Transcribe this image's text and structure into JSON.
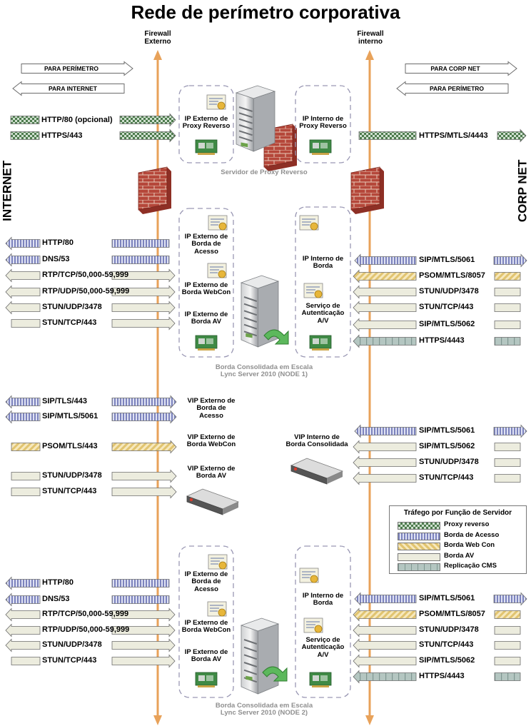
{
  "title": "Rede de perímetro corporativa",
  "side_labels": {
    "left": "INTERNET",
    "right": "CORP NET"
  },
  "firewalls": {
    "external": "Firewall\nExterno",
    "internal": "Firewall\ninterno"
  },
  "direction_keys": {
    "to_perimeter_left": "PARA PERÍMETRO",
    "to_internet": "PARA INTERNET",
    "to_corpnet": "PARA CORP NET",
    "to_perimeter_right": "PARA PERÍMETRO"
  },
  "reverse_proxy": {
    "ext_ip": "IP Externo de\nProxy Reverso",
    "int_ip": "IP Interno de\nProxy Reverso",
    "caption": "Servidor de Proxy Reverso",
    "left_ports": [
      "HTTP/80 (opcional)",
      "HTTPS/443"
    ],
    "right_ports": [
      "HTTPS/MTLS/4443"
    ]
  },
  "node1": {
    "caption": "Borda Consolidada em Escala\nLync Server 2010 (NODE 1)",
    "ext_access": "IP Externo de\nBorda de\nAcesso",
    "ext_webcon": "IP Externo de\nBorda WebCon",
    "ext_av": "IP Externo de\nBorda AV",
    "int_edge": "IP Interno de\nBorda",
    "av_auth": "Serviço de\nAutenticação\nA/V",
    "left_ports": [
      "HTTP/80",
      "DNS/53",
      "RTP/TCP/50,000-59,999",
      "RTP/UDP/50,000-59,999",
      "STUN/UDP/3478",
      "STUN/TCP/443"
    ],
    "right_ports": [
      "SIP/MTLS/5061",
      "PSOM/MTLS/8057",
      "STUN/UDP/3478",
      "STUN/TCP/443",
      "SIP/MTLS/5062",
      "HTTPS/4443"
    ]
  },
  "vip": {
    "ext_access": "VIP Externo de\nBorda de\nAcesso",
    "ext_webcon": "VIP Externo de\nBorda WebCon",
    "ext_av": "VIP Externo de\nBorda AV",
    "int": "VIP Interno de\nBorda Consolidada",
    "left_ports": [
      "SIP/TLS/443",
      "SIP/MTLS/5061",
      "PSOM/TLS/443",
      "STUN/UDP/3478",
      "STUN/TCP/443"
    ],
    "right_ports": [
      "SIP/MTLS/5061",
      "SIP/MTLS/5062",
      "STUN/UDP/3478",
      "STUN/TCP/443"
    ]
  },
  "node2": {
    "caption": "Borda Consolidada em Escala\nLync Server 2010 (NODE 2)",
    "ext_access": "IP Externo de\nBorda de\nAcesso",
    "ext_webcon": "IP Externo de\nBorda WebCon",
    "ext_av": "IP Externo de\nBorda AV",
    "int_edge": "IP Interno de\nBorda",
    "av_auth": "Serviço de\nAutenticação\nA/V",
    "left_ports": [
      "HTTP/80",
      "DNS/53",
      "RTP/TCP/50,000-59,999",
      "RTP/UDP/50,000-59,999",
      "STUN/UDP/3478",
      "STUN/TCP/443"
    ],
    "right_ports": [
      "SIP/MTLS/5061",
      "PSOM/MTLS/8057",
      "STUN/UDP/3478",
      "STUN/TCP/443",
      "SIP/MTLS/5062",
      "HTTPS/4443"
    ]
  },
  "legend": {
    "title": "Tráfego por Função de Servidor",
    "items": [
      {
        "label": "Proxy reverso",
        "color": "#5e8a5e"
      },
      {
        "label": "Borda de Acesso",
        "color": "#8a90c4"
      },
      {
        "label": "Borda Web Con",
        "color": "#e8cf86"
      },
      {
        "label": "Borda AV",
        "color": "#ececde"
      },
      {
        "label": "Replicação CMS",
        "color": "#a8bcb6"
      }
    ]
  },
  "colors": {
    "axis": "#e8a25a",
    "proxy": "#5e8a5e",
    "access": "#8a90c4",
    "webcon": "#e8cf86",
    "av": "#ececde",
    "cms": "#a8bcb6"
  }
}
